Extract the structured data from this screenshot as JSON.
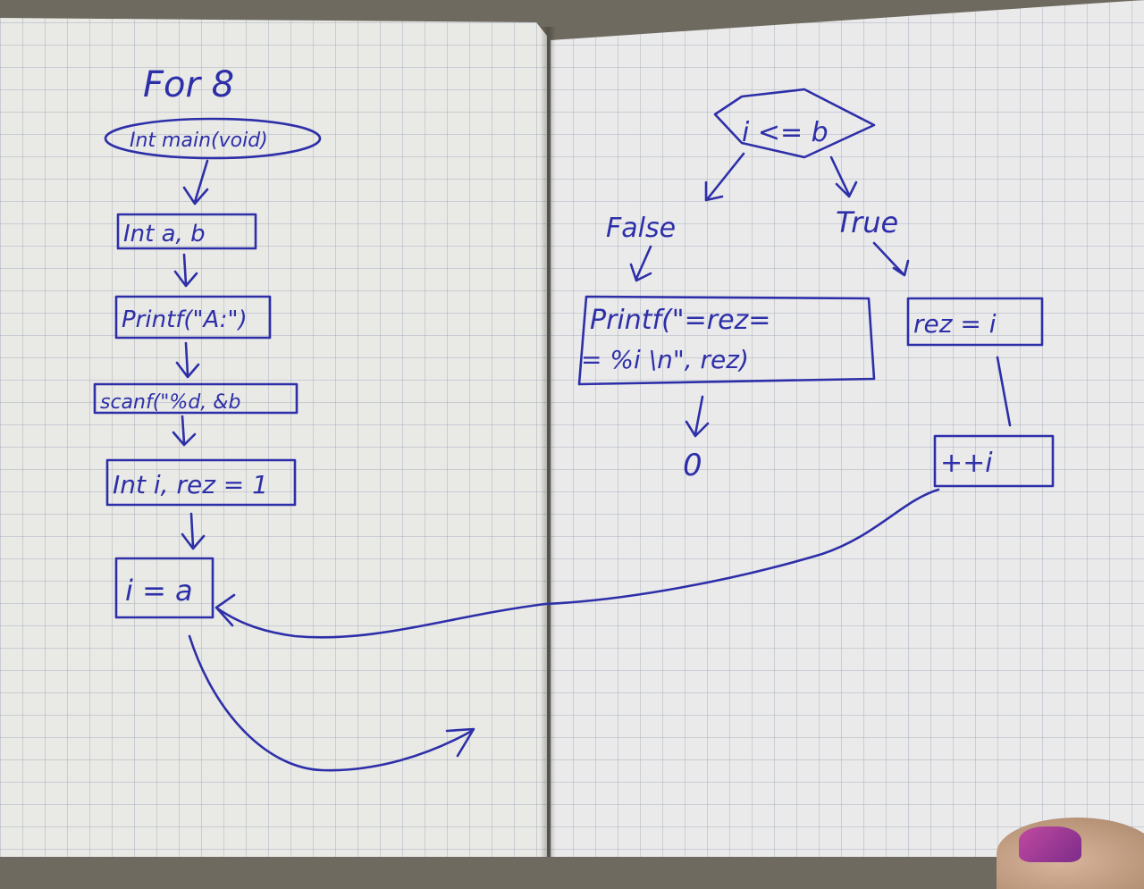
{
  "title": "For 8",
  "left_column": {
    "start": "Int main(void)",
    "decl": "Int a, b",
    "printf": "Printf(\"A:\")",
    "scanf": "scanf(\"%d, &b",
    "init": "Int i, rez = 1",
    "loop_init": "i = a"
  },
  "right_column": {
    "condition": "i <= b",
    "false_label": "False",
    "true_label": "True",
    "print_line1": "Printf(\"=rez=",
    "print_line2": "= %i \\n\", rez)",
    "end": "0",
    "assign": "rez = i",
    "increment": "++i"
  },
  "colors": {
    "ink": "#2d2fa8",
    "paper": "#eeeeec",
    "grid": "#96a0af"
  }
}
